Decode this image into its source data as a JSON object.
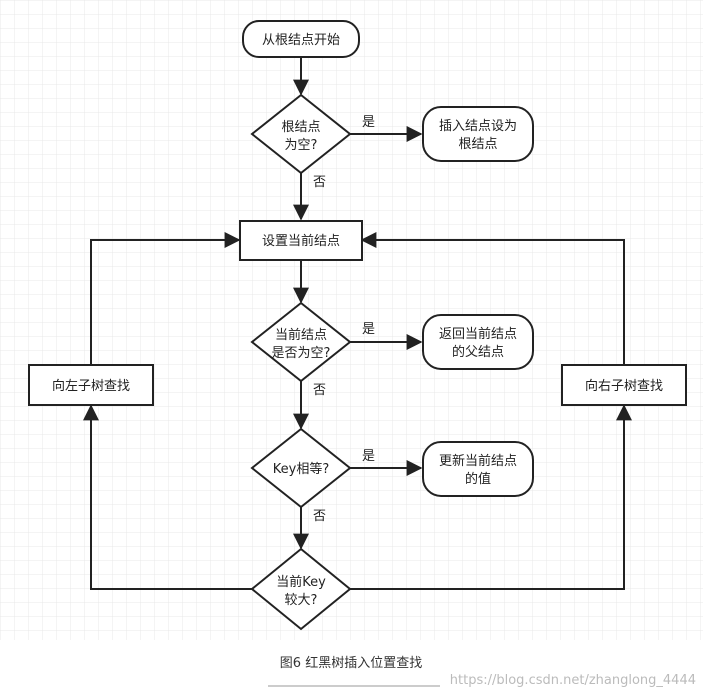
{
  "diagram": {
    "nodes": {
      "start": "从根结点开始",
      "root_empty_l1": "根结点",
      "root_empty_l2": "为空?",
      "insert_root_l1": "插入结点设为",
      "insert_root_l2": "根结点",
      "set_current": "设置当前结点",
      "cur_empty_l1": "当前结点",
      "cur_empty_l2": "是否为空?",
      "return_parent_l1": "返回当前结点",
      "return_parent_l2": "的父结点",
      "key_equal": "Key相等?",
      "update_l1": "更新当前结点",
      "update_l2": "的值",
      "key_greater_l1": "当前Key",
      "key_greater_l2": "较大?",
      "go_left": "向左子树查找",
      "go_right": "向右子树查找"
    },
    "edges": {
      "yes": "是",
      "no": "否"
    }
  },
  "caption": "图6 红黑树插入位置查找",
  "watermark": "https://blog.csdn.net/zhanglong_4444"
}
